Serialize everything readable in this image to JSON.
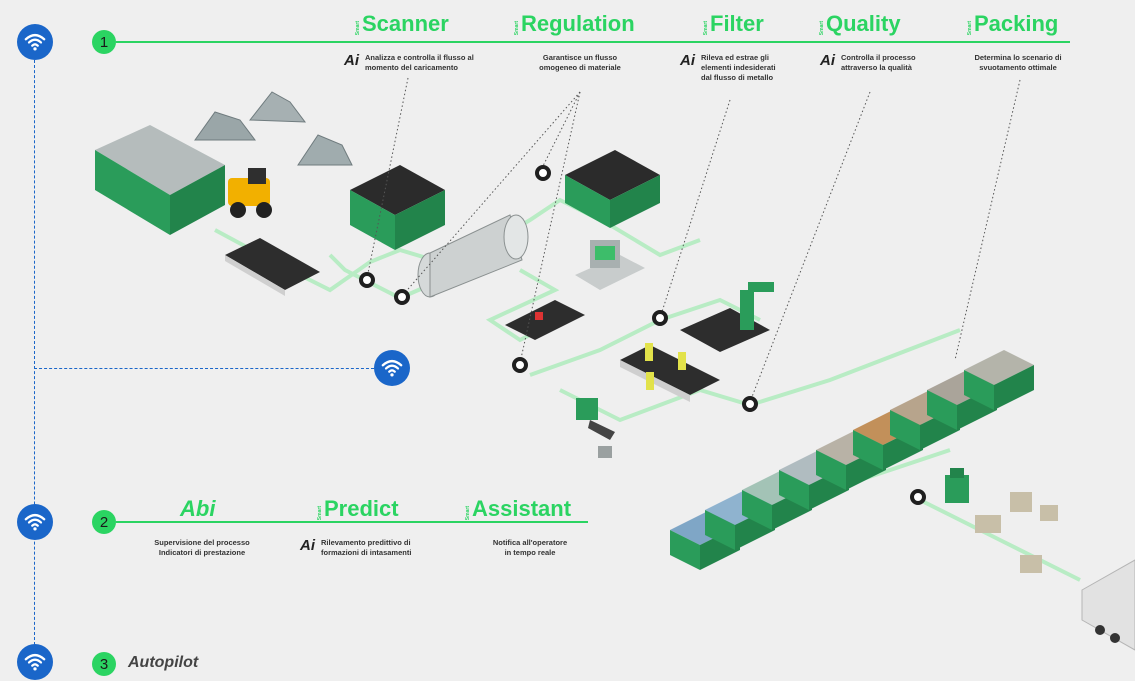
{
  "levels": [
    {
      "number": "1"
    },
    {
      "number": "2"
    },
    {
      "number": "3",
      "label": "Autopilot"
    }
  ],
  "modules_top": [
    {
      "smart": "Smart",
      "name": "Scanner",
      "ai": true,
      "description": [
        "Analizza e controlla il flusso al",
        "momento del caricamento"
      ]
    },
    {
      "smart": "Smart",
      "name": "Regulation",
      "ai": false,
      "description": [
        "Garantisce un flusso",
        "omogeneo di materiale"
      ]
    },
    {
      "smart": "Smart",
      "name": "Filter",
      "ai": true,
      "description": [
        "Rileva ed estrae gli",
        "elementi indesiderati",
        "dal flusso di metallo"
      ]
    },
    {
      "smart": "Smart",
      "name": "Quality",
      "ai": true,
      "description": [
        "Controlla il processo",
        "attraverso la qualità"
      ]
    },
    {
      "smart": "Smart",
      "name": "Packing",
      "ai": false,
      "description": [
        "Determina lo scenario di",
        "svuotamento ottimale"
      ]
    }
  ],
  "modules_mid": [
    {
      "smart": "",
      "name": "Abi",
      "ai": false,
      "description": [
        "Supervisione del processo",
        "Indicatori di prestazione"
      ]
    },
    {
      "smart": "Smart",
      "name": "Predict",
      "ai": true,
      "description": [
        "Rilevamento predittivo di",
        "formazioni di intasamenti"
      ]
    },
    {
      "smart": "Smart",
      "name": "Assistant",
      "ai": false,
      "description": [
        "Notifica all'operatore",
        "in tempo reale"
      ]
    }
  ],
  "ai_badge": "Ai",
  "icons": {
    "wifi": "wifi-icon",
    "node": "sensor-node-icon"
  },
  "colors": {
    "accent": "#2bd462",
    "blue": "#1a66c9",
    "container": "#2a9c5a",
    "background": "#efefef"
  }
}
